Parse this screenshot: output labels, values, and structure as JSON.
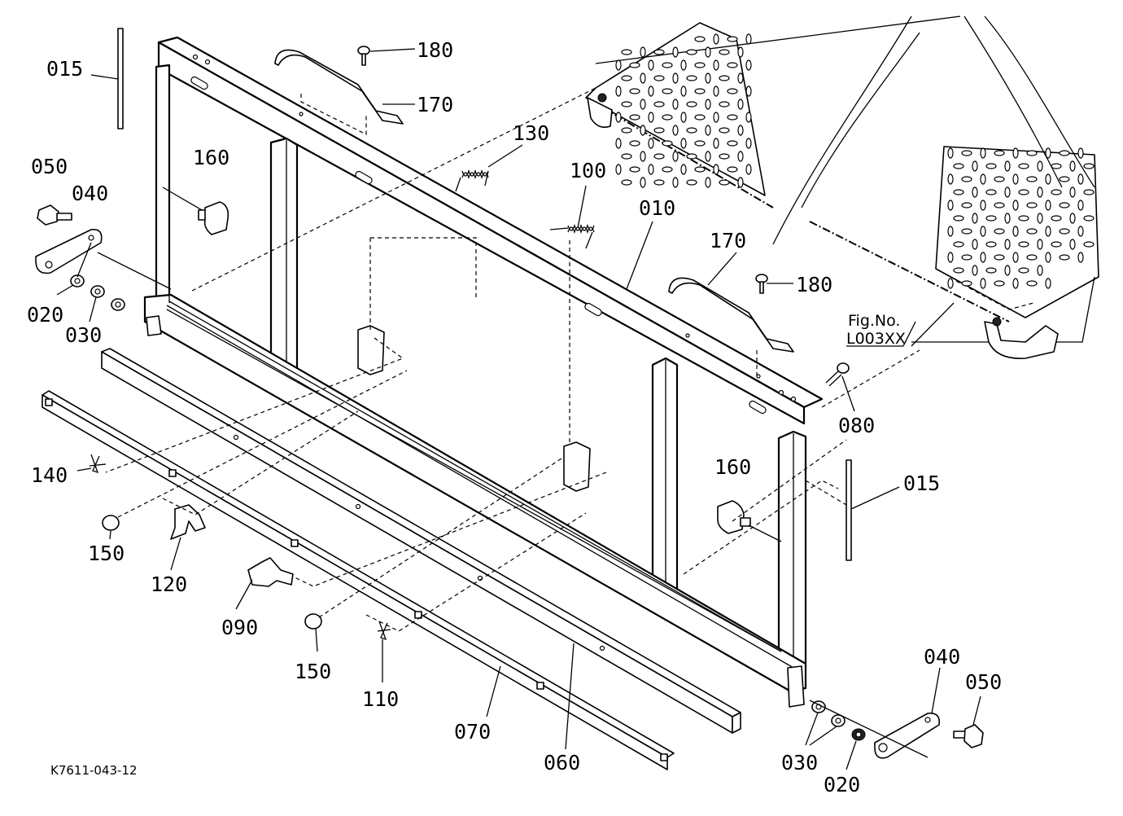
{
  "diagram": {
    "drawing_code": "K7611-043-12",
    "reference": {
      "line1": "Fig.No.",
      "line2": "L003XX"
    },
    "labels": {
      "p010": "010",
      "p015a": "015",
      "p015b": "015",
      "p020a": "020",
      "p020b": "020",
      "p030a": "030",
      "p030b": "030",
      "p040a": "040",
      "p040b": "040",
      "p050a": "050",
      "p050b": "050",
      "p060": "060",
      "p070": "070",
      "p080": "080",
      "p090": "090",
      "p100": "100",
      "p110": "110",
      "p120": "120",
      "p130": "130",
      "p140": "140",
      "p150a": "150",
      "p150b": "150",
      "p160a": "160",
      "p160b": "160",
      "p170a": "170",
      "p170b": "170",
      "p180a": "180",
      "p180b": "180"
    }
  }
}
